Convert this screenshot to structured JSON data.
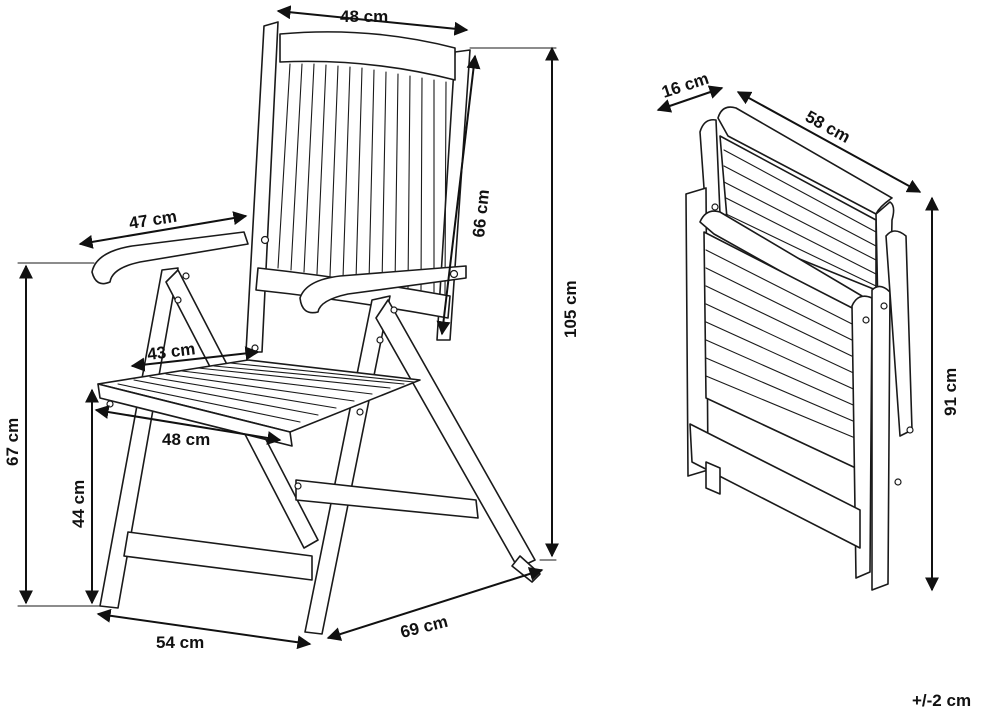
{
  "dimensions": {
    "back_width": "48 cm",
    "armrest_length": "47 cm",
    "backrest_height": "66 cm",
    "total_height": "105 cm",
    "seat_depth": "43 cm",
    "seat_width": "48 cm",
    "armrest_height": "67 cm",
    "seat_height": "44 cm",
    "base_width": "54 cm",
    "base_depth": "69 cm",
    "folded_thickness": "16 cm",
    "folded_width": "58 cm",
    "folded_height": "91 cm"
  },
  "tolerance": "+/-2 cm",
  "colors": {
    "line": "#1a1a1a",
    "background": "#ffffff"
  }
}
